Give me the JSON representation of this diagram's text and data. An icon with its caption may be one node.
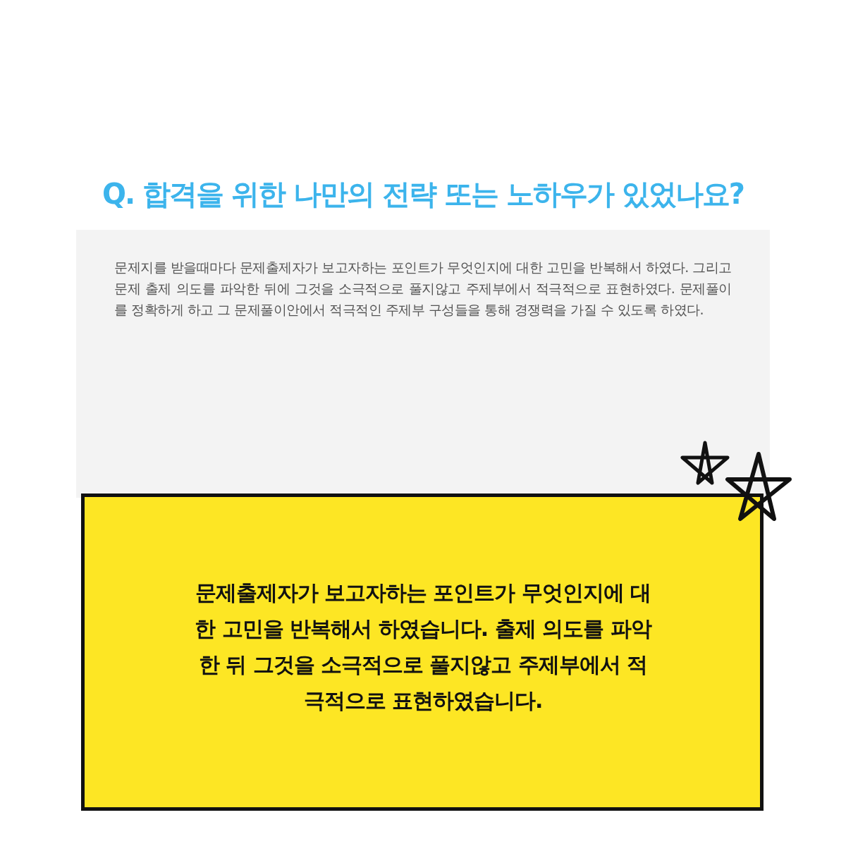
{
  "diagram": {
    "title": "Q. 합격을 위한 나만의 전략 또는 노하우가 있었나요?",
    "nodes": [
      {
        "text": [
          "문제지를 받을때마다 문제출제자가 보고자하는 포인트가 무엇인지에 대한 고민을 반복해서 하였다. 그리고 문제 출제 의도를 파악한 뒤에 그것을 소극적으로 풀지않고 주제부에서 적극적으로 표현하였다. 문제풀이를 정확하게 하고 그 문제풀이안에서 적극적인 주제부 구성들을 통해 경쟁력을 가질 수 있도록 하였다."
        ]
      },
      {
        "text": [
          "문제출제자가 보고자하는 포인트가 무엇인지에 대한 고민을 반복해서 하였습니다. 출제 의도를 파악한 뒤 그것을 소극적으로 풀지않고 주제부에서 적극적으로 표현하였습니다."
        ]
      }
    ]
  }
}
